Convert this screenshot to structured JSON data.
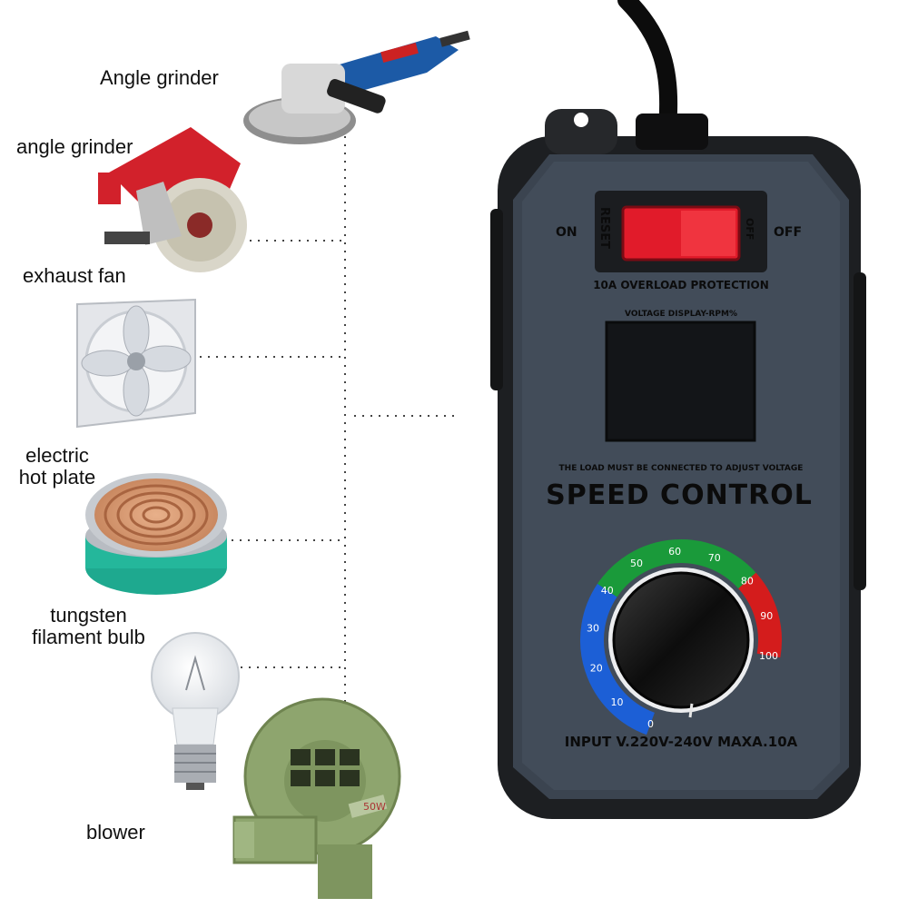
{
  "appliances": [
    {
      "lines": [
        "Angle grinder"
      ]
    },
    {
      "lines": [
        "angle grinder"
      ]
    },
    {
      "lines": [
        "exhaust fan"
      ]
    },
    {
      "lines": [
        "electric",
        "hot plate"
      ]
    },
    {
      "lines": [
        "tungsten",
        "filament bulb"
      ]
    },
    {
      "lines": [
        "blower"
      ]
    }
  ],
  "device": {
    "on_label": "ON",
    "off_label": "OFF",
    "reset_label": "RESET",
    "switch_off_label": "OFF",
    "overload_text": "10A OVERLOAD PROTECTION",
    "display_caption": "VOLTAGE DISPLAY-RPM%",
    "warning_text": "THE LOAD MUST BE CONNECTED TO ADJUST VOLTAGE",
    "title": "SPEED CONTROL",
    "input_rating": "INPUT V.220V-240V MAXA.10A",
    "dial_ticks": [
      "0",
      "10",
      "20",
      "30",
      "40",
      "50",
      "60",
      "70",
      "80",
      "90",
      "100"
    ],
    "dial_colors": {
      "low": "#1c5fd6",
      "mid": "#1a9a3a",
      "high": "#d41c1c"
    },
    "blower_badge": "50W"
  }
}
